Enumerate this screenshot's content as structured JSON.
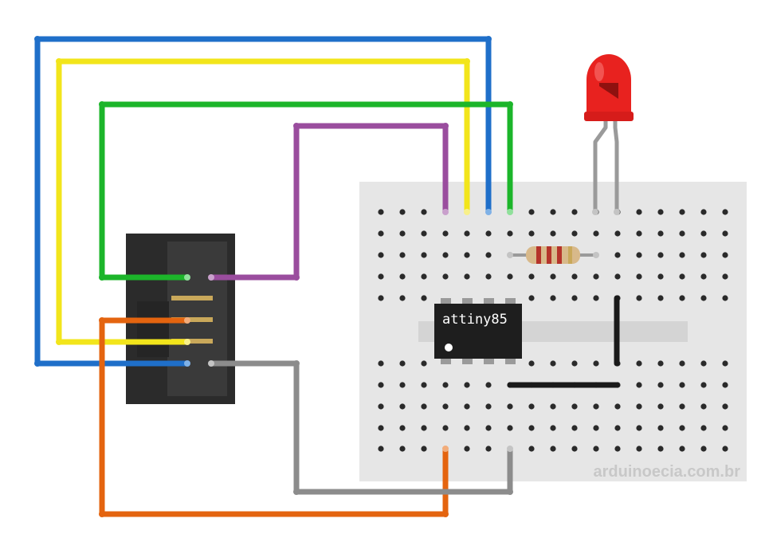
{
  "chip": {
    "label": "attiny85"
  },
  "watermark": {
    "text": "arduinoecia.com.br"
  },
  "colors": {
    "background": "#ffffff",
    "breadboard": "#e6e6e6",
    "breadboard_channel": "#d4d4d4",
    "hole": "#2a2a2a",
    "header_body": "#2b2b2b",
    "header_pin": "#c9a85a",
    "chip_body": "#1e1e1e",
    "chip_pin": "#9a9a9a",
    "led_red": "#e8221f",
    "led_leg": "#9a9a9a",
    "resistor_body": "#d8b98a",
    "resistor_band": "#b5332a",
    "wire_blue": "#1f6fc9",
    "wire_yellow": "#f2e51b",
    "wire_green": "#1cb52a",
    "wire_purple": "#9a4d9e",
    "wire_orange": "#e4640f",
    "wire_gray": "#8c8c8c",
    "wire_black": "#1a1a1a"
  },
  "components": {
    "header": "ISP 2x3 pin header",
    "chip": "ATtiny85 DIP-8",
    "led": "red LED",
    "resistor": "resistor",
    "breadboard": "mini breadboard"
  },
  "wires": [
    {
      "name": "wire-blue",
      "color_key": "wire_blue"
    },
    {
      "name": "wire-yellow",
      "color_key": "wire_yellow"
    },
    {
      "name": "wire-green",
      "color_key": "wire_green"
    },
    {
      "name": "wire-purple",
      "color_key": "wire_purple"
    },
    {
      "name": "wire-orange",
      "color_key": "wire_orange"
    },
    {
      "name": "wire-gray",
      "color_key": "wire_gray"
    },
    {
      "name": "wire-black-vertical",
      "color_key": "wire_black"
    },
    {
      "name": "wire-black-horizontal",
      "color_key": "wire_black"
    }
  ]
}
